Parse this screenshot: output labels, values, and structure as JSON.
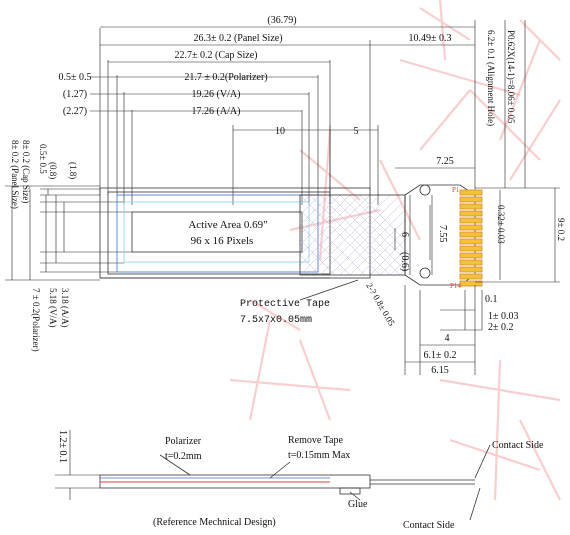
{
  "dims_top": {
    "total_width": "(36.79)",
    "panel_size": "26.3± 0.2 (Panel Size)",
    "tail_width": "10.49± 0.3",
    "cap_size": "22.7± 0.2 (Cap Size)",
    "left_offset_05": "0.5± 0.5",
    "polarizer": "21.7 ± 0.2(Polarizer)",
    "left_offset_127": "(1.27)",
    "va": "19.26 (V/A)",
    "left_offset_227": "(2.27)",
    "aa": "17.26 (A/A)",
    "dim_10": "10",
    "dim_5": "5",
    "dim_725": "7.25"
  },
  "dims_left": {
    "panel_size": "8± 0.2 (Panel Size)",
    "cap_size": "8± 0.2 (Cap Size)",
    "offset_05": "0.5± 0.5",
    "offset_08": "(0.8)",
    "offset_18": "(1.8)",
    "aa": "3.18 (A/A)",
    "va": "5.18 (V/A)",
    "polarizer": "7 ± 0.2(Polarizer)"
  },
  "dims_right": {
    "pitch": "P0.62X(14-1)=8.06± 0.05",
    "alignment_hole": "6.2± 0.1 (Alignment Hole)",
    "height_9": "9± 0.2",
    "pin_width": "0.32± 0.03",
    "dim_755": "7.55",
    "dim_6": "6",
    "dim_06": "(0.6)",
    "hole": "2-? 0.8± 0.05",
    "dim_01": "0.1",
    "dim_1": "1± 0.03",
    "dim_2": "2± 0.2",
    "dim_4": "4",
    "dim_61": "6.1± 0.2",
    "dim_615": "6.15",
    "pin_first": "P1",
    "pin_last": "P14"
  },
  "active_area": {
    "title": "Active Area 0.69\"",
    "pixels": "96 x 16 Pixels"
  },
  "protective_tape": {
    "label": "Protective Tape",
    "size": "7.5x7x0.05mm"
  },
  "side_view": {
    "thickness": "1.2± 0.1",
    "polarizer_label": "Polarizer",
    "polarizer_t": "t=0.2mm",
    "remove_tape_label": "Remove Tape",
    "remove_tape_t": "t=0.15mm Max",
    "glue": "Glue",
    "contact_side_right": "Contact Side",
    "contact_side_bottom": "Contact Side",
    "caption": "(Reference Mechnical Design)"
  },
  "colors": {
    "line": "#222222",
    "blue_outline": "#3a6fd0",
    "cyan_outline": "#7fd6e8",
    "fpc_gold": "#f3c13a",
    "watermark": "#f4a6a6"
  }
}
